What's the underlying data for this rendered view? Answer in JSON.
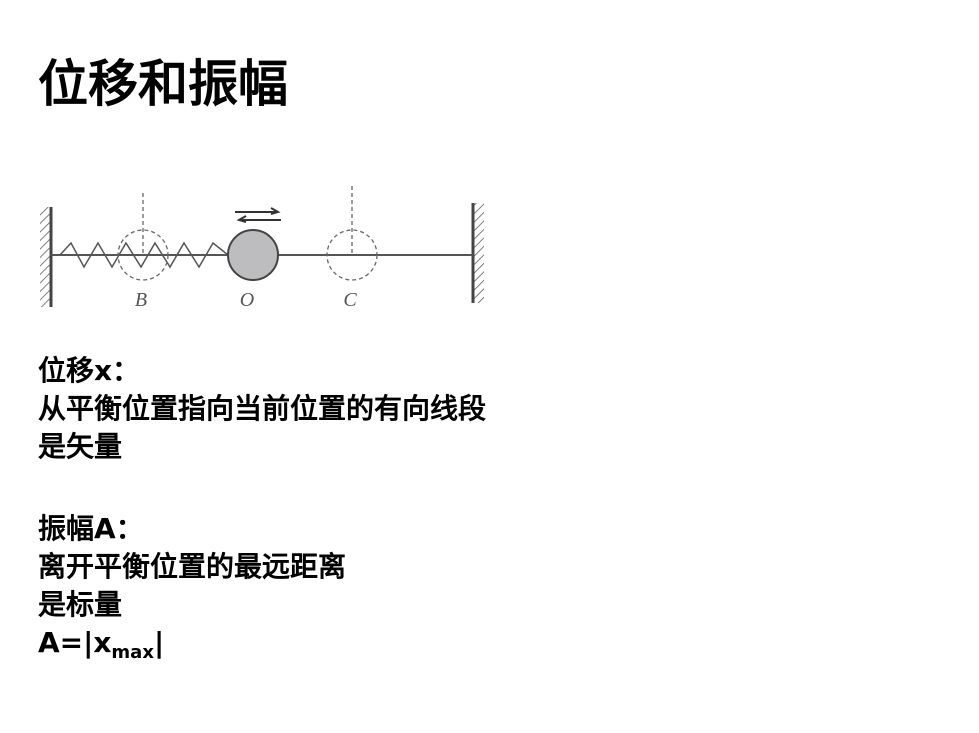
{
  "title": "位移和振幅",
  "diagram": {
    "labels": {
      "b": "B",
      "o": "O",
      "c": "C"
    }
  },
  "displacement": {
    "heading": "位移x：",
    "line1": "从平衡位置指向当前位置的有向线段",
    "line2": "是矢量"
  },
  "amplitude": {
    "heading": "振幅A：",
    "line1": "离开平衡位置的最远距离",
    "line2": "是标量",
    "formula_prefix": "A=|x",
    "formula_sub": "max",
    "formula_suffix": "|"
  }
}
